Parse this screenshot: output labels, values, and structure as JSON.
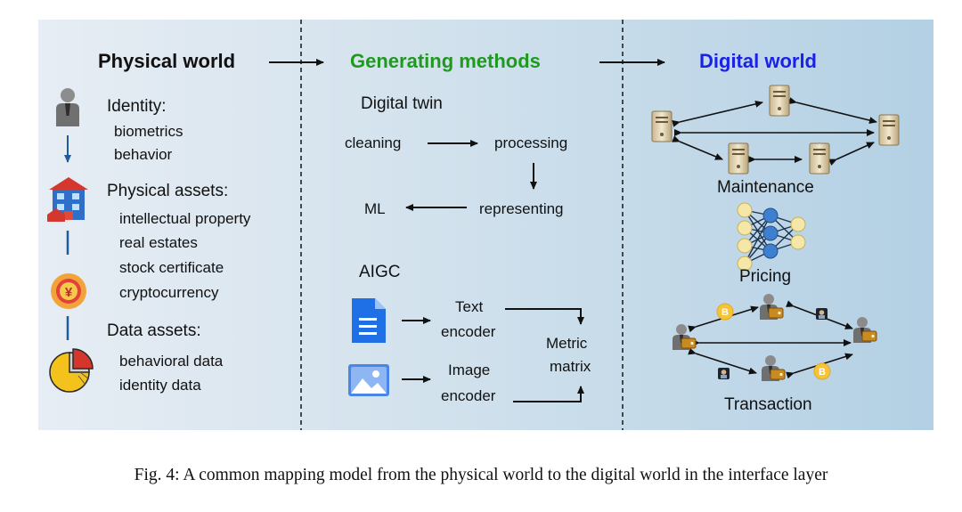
{
  "physical": {
    "title": "Physical world",
    "identity": {
      "label": "Identity:",
      "items": [
        "biometrics",
        "behavior"
      ]
    },
    "assets": {
      "label": "Physical assets:",
      "items": [
        "intellectual property",
        "real estates",
        "stock certificate",
        "cryptocurrency"
      ]
    },
    "data": {
      "label": "Data assets:",
      "items": [
        "behavioral data",
        "identity data"
      ]
    },
    "icons": [
      "person-icon",
      "building-icon",
      "yen-coin-icon",
      "pie-chart-icon"
    ]
  },
  "methods": {
    "title": "Generating methods",
    "twin": {
      "label": "Digital twin",
      "cleaning": "cleaning",
      "processing": "processing",
      "representing": "representing",
      "ml": "ML"
    },
    "aigc": {
      "label": "AIGC",
      "text_encoder_1": "Text",
      "text_encoder_2": "encoder",
      "image_encoder_1": "Image",
      "image_encoder_2": "encoder",
      "metric_1": "Metric",
      "metric_2": "matrix"
    },
    "icons": [
      "document-icon",
      "image-icon"
    ]
  },
  "digital": {
    "title": "Digital world",
    "maintenance": "Maintenance",
    "pricing": "Pricing",
    "transaction": "Transaction",
    "icons": [
      "server-icon",
      "neural-network-icon",
      "person-wallet-icon",
      "bitcoin-icon"
    ]
  },
  "caption": "Fig. 4: A common mapping model from the physical world to the digital world in the interface layer",
  "colors": {
    "green_title": "#1e9a1e",
    "blue_title": "#1a22e8",
    "panel_left": "#dfe8f1",
    "panel_right": "#b9d3e6"
  }
}
